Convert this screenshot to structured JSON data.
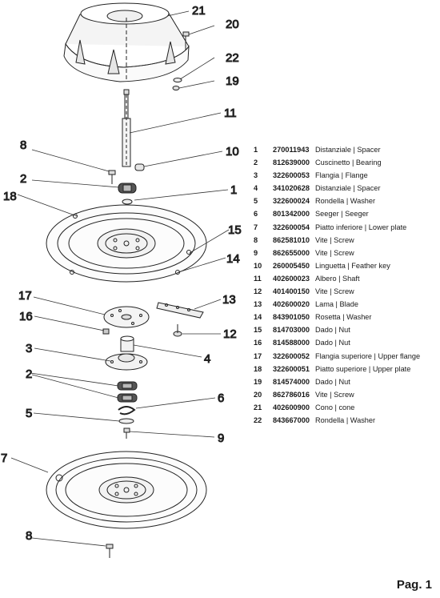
{
  "callouts": {
    "c1": "1",
    "c2a": "2",
    "c2b": "2",
    "c3": "3",
    "c4": "4",
    "c5": "5",
    "c6": "6",
    "c7": "7",
    "c8a": "8",
    "c8b": "8",
    "c9": "9",
    "c10": "10",
    "c11": "11",
    "c12": "12",
    "c13": "13",
    "c14": "14",
    "c15": "15",
    "c16": "16",
    "c17": "17",
    "c18": "18",
    "c19": "19",
    "c20": "20",
    "c21": "21",
    "c22": "22"
  },
  "parts": [
    {
      "num": "1",
      "code": "270011943",
      "desc": "Distanziale | Spacer"
    },
    {
      "num": "2",
      "code": "812639000",
      "desc": "Cuscinetto | Bearing"
    },
    {
      "num": "3",
      "code": "322600053",
      "desc": "Flangia | Flange"
    },
    {
      "num": "4",
      "code": "341020628",
      "desc": "Distanziale | Spacer"
    },
    {
      "num": "5",
      "code": "322600024",
      "desc": "Rondella | Washer"
    },
    {
      "num": "6",
      "code": "801342000",
      "desc": "Seeger | Seeger"
    },
    {
      "num": "7",
      "code": "322600054",
      "desc": "Piatto inferiore | Lower plate"
    },
    {
      "num": "8",
      "code": "862581010",
      "desc": "Vite | Screw"
    },
    {
      "num": "9",
      "code": "862655000",
      "desc": "Vite | Screw"
    },
    {
      "num": "10",
      "code": "260005450",
      "desc": "Linguetta | Feather key"
    },
    {
      "num": "11",
      "code": "402600023",
      "desc": "Albero | Shaft"
    },
    {
      "num": "12",
      "code": "401400150",
      "desc": "Vite | Screw"
    },
    {
      "num": "13",
      "code": "402600020",
      "desc": "Lama | Blade"
    },
    {
      "num": "14",
      "code": "843901050",
      "desc": "Rosetta | Washer"
    },
    {
      "num": "15",
      "code": "814703000",
      "desc": "Dado | Nut"
    },
    {
      "num": "16",
      "code": "814588000",
      "desc": "Dado | Nut"
    },
    {
      "num": "17",
      "code": "322600052",
      "desc": "Flangia superiore | Upper flange"
    },
    {
      "num": "18",
      "code": "322600051",
      "desc": "Piatto superiore | Upper plate"
    },
    {
      "num": "19",
      "code": "814574000",
      "desc": "Dado | Nut"
    },
    {
      "num": "20",
      "code": "862786016",
      "desc": "Vite | Screw"
    },
    {
      "num": "21",
      "code": "402600900",
      "desc": "Cono | cone"
    },
    {
      "num": "22",
      "code": "843667000",
      "desc": "Rondella | Washer"
    }
  ],
  "page_label": "Pag. 1"
}
